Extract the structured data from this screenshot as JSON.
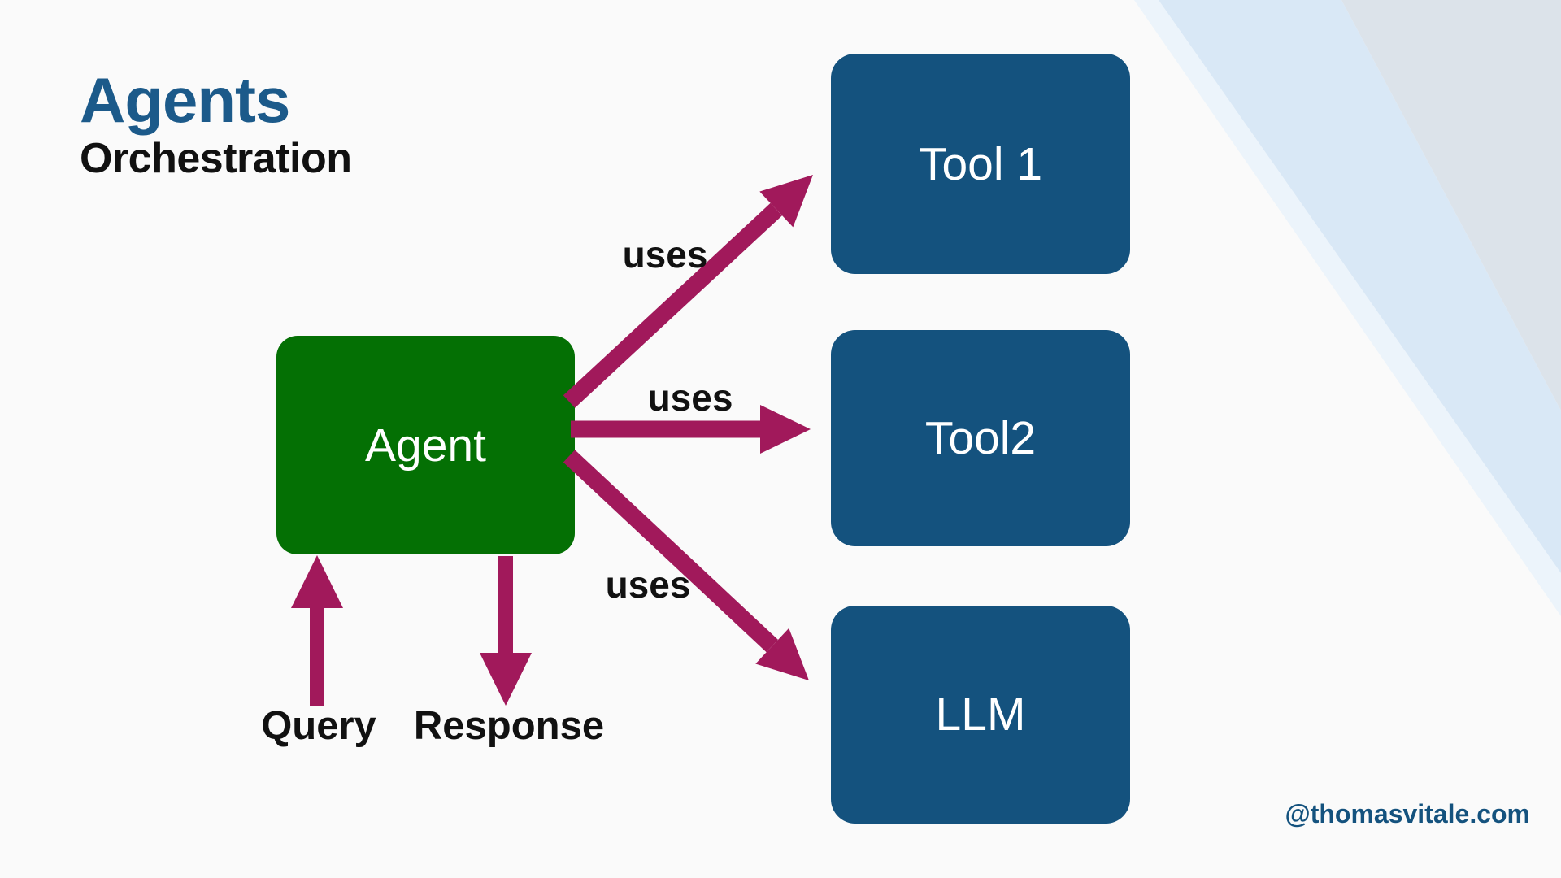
{
  "slide": {
    "title": "Agents",
    "subtitle": "Orchestration",
    "watermark": "@thomasvitale.com"
  },
  "diagram": {
    "agent": {
      "label": "Agent"
    },
    "tools": [
      {
        "label": "Tool 1"
      },
      {
        "label": "Tool2"
      },
      {
        "label": "LLM"
      }
    ],
    "arrows": [
      {
        "id": "agent-to-tool1",
        "label": "uses"
      },
      {
        "id": "agent-to-tool2",
        "label": "uses"
      },
      {
        "id": "agent-to-llm",
        "label": "uses"
      },
      {
        "id": "query-to-agent",
        "label": "Query"
      },
      {
        "id": "agent-to-response",
        "label": "Response"
      }
    ]
  },
  "colors": {
    "background": "#fafafa",
    "title_blue": "#1c5a8a",
    "node_blue": "#14527e",
    "node_green": "#047004",
    "arrow_magenta": "#a1195b",
    "label_black": "#111111",
    "watermark_blue": "#14527e",
    "band_faint": "#ecf4fb",
    "band_light": "#d9e8f6",
    "band_gray": "#dce3ea"
  }
}
